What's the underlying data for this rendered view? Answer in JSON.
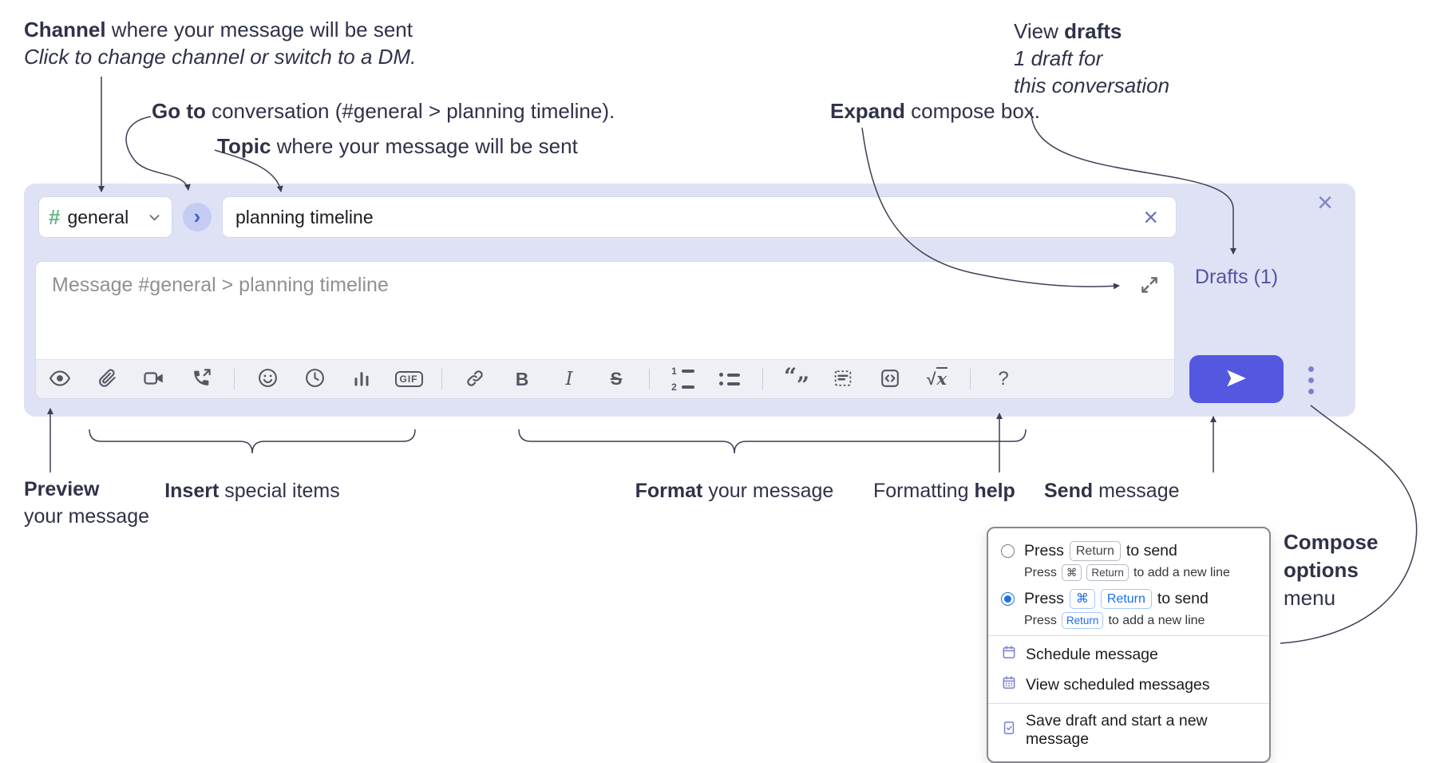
{
  "annotations": {
    "channel": {
      "bold": "Channel",
      "rest": " where your message will be sent",
      "italic_line": "Click to change channel or switch to a DM."
    },
    "goto": {
      "bold": "Go to",
      "rest": " conversation (#general > planning timeline)."
    },
    "topic": {
      "bold": "Topic",
      "rest": " where your message will be sent"
    },
    "expand": {
      "bold": "Expand",
      "rest": " compose box."
    },
    "drafts": {
      "line1_pre": "View ",
      "line1_bold": "drafts",
      "line2": "1 draft for",
      "line3": "this conversation"
    },
    "preview": {
      "bold": "Preview",
      "line2": "your message"
    },
    "insert": {
      "bold": "Insert",
      "rest": " special items"
    },
    "format": {
      "bold": "Format",
      "rest": " your message"
    },
    "help": {
      "pre": "Formatting ",
      "bold": "help"
    },
    "send": {
      "bold": "Send",
      "rest": " message"
    },
    "compose_options": {
      "line1": "Compose",
      "line2": "options",
      "line3": "menu"
    }
  },
  "composer": {
    "channel": {
      "hash": "#",
      "name": "general"
    },
    "goto_chevron": "›",
    "topic": {
      "value": "planning timeline",
      "clear": "×"
    },
    "close": "×",
    "placeholder": "Message #general > planning timeline",
    "drafts_link": "Drafts (1)",
    "toolbar": {
      "gif": "GIF",
      "bold": "B",
      "italic": "I",
      "strike": "S",
      "ol1": "1",
      "ol2": "2",
      "quote_open": "“",
      "quote_close": "”",
      "sqrt_radical": "√",
      "sqrt_x": "x",
      "help": "?"
    }
  },
  "menu": {
    "options": [
      {
        "pre": "Press",
        "key1": "Return",
        "post": "to send",
        "sub_pre": "Press",
        "sub_key1": "⌘",
        "sub_key2": "Return",
        "sub_post": "to add a new line"
      },
      {
        "pre": "Press",
        "key1": "⌘",
        "key2": "Return",
        "post": "to send",
        "sub_pre": "Press",
        "sub_key1": "Return",
        "sub_post": "to add a new line"
      }
    ],
    "items": [
      {
        "label": "Schedule message"
      },
      {
        "label": "View scheduled messages"
      },
      {
        "label": "Save draft and start a new message"
      }
    ]
  },
  "colors": {
    "composer_bg": "#dfe2f4",
    "send_button": "#5457e0",
    "hash_green": "#62ba84",
    "goto_circle_bg": "#c5ccf3",
    "goto_chevron": "#3f60d6",
    "drafts_link": "#51559f",
    "radio_selected": "#1a73e8",
    "kbd_blue": "#1a6ff2",
    "menu_icon_purple": "#7a7ed2",
    "annotation_text": "#2f3248"
  }
}
